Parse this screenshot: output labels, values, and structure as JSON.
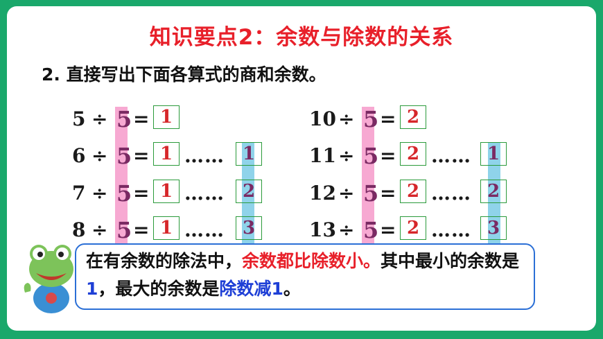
{
  "title": "知识要点2：余数与除数的关系",
  "question": "2. 直接写出下面各算式的商和余数。",
  "symbols": {
    "divide": "÷",
    "equals": "=",
    "dots": "……"
  },
  "left_equations": [
    {
      "dividend": "5",
      "divisor": "5",
      "quotient": "1",
      "remainder": ""
    },
    {
      "dividend": "6",
      "divisor": "5",
      "quotient": "1",
      "remainder": "1"
    },
    {
      "dividend": "7",
      "divisor": "5",
      "quotient": "1",
      "remainder": "2"
    },
    {
      "dividend": "8",
      "divisor": "5",
      "quotient": "1",
      "remainder": "3"
    }
  ],
  "right_equations": [
    {
      "dividend": "10",
      "divisor": "5",
      "quotient": "2",
      "remainder": ""
    },
    {
      "dividend": "11",
      "divisor": "5",
      "quotient": "2",
      "remainder": "1"
    },
    {
      "dividend": "12",
      "divisor": "5",
      "quotient": "2",
      "remainder": "2"
    },
    {
      "dividend": "13",
      "divisor": "5",
      "quotient": "2",
      "remainder": "3"
    }
  ],
  "bubble": {
    "part1": "在有余数的除法中，",
    "part2": "余数都比除数小。",
    "part3": "其中最小的余数是",
    "min_value": "1",
    "part4": "，最大的余数是",
    "part5": "除数减",
    "part5_value": "1",
    "part6": "。"
  },
  "colors": {
    "background": "#1aa86b",
    "title": "#e8202a",
    "highlight_pink": "#f7a9d2",
    "highlight_blue": "#8fd3ea"
  },
  "icons": [
    "frog-mascot-icon"
  ]
}
